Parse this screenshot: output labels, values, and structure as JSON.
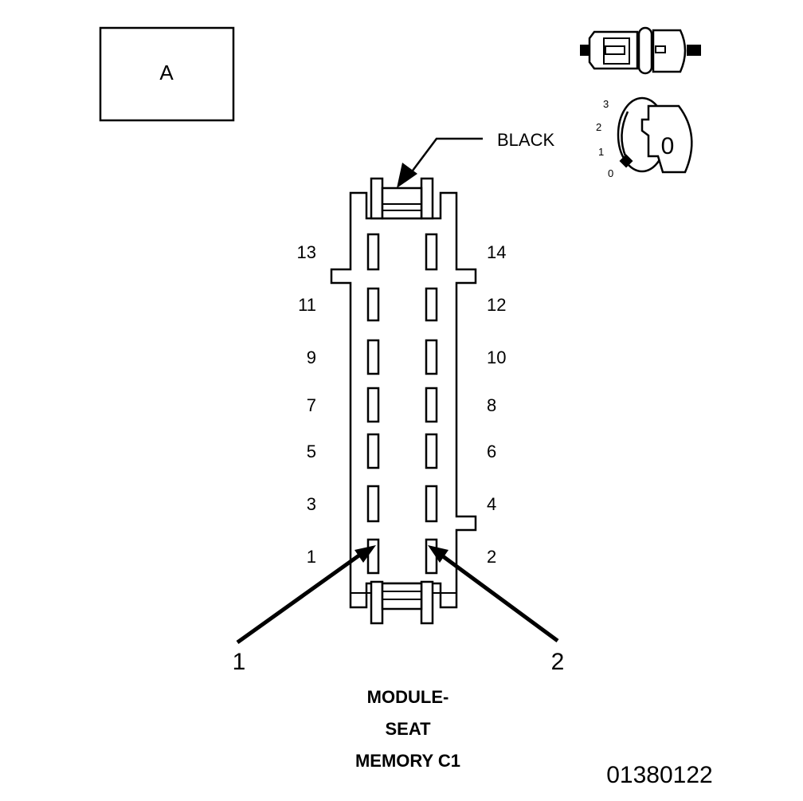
{
  "view_label": "A",
  "color_label": "BLACK",
  "connector_title": [
    "MODULE-",
    "SEAT",
    "MEMORY C1"
  ],
  "figure_id": "01380122",
  "callouts": [
    "1",
    "2"
  ],
  "key_icon": {
    "positions": [
      "3",
      "2",
      "1",
      "0"
    ],
    "current": "0"
  },
  "pins": {
    "left": [
      "13",
      "11",
      "9",
      "7",
      "5",
      "3",
      "1"
    ],
    "right": [
      "14",
      "12",
      "10",
      "8",
      "6",
      "4",
      "2"
    ]
  },
  "icons": [
    "inline-connector-icon",
    "ignition-key-icon"
  ]
}
